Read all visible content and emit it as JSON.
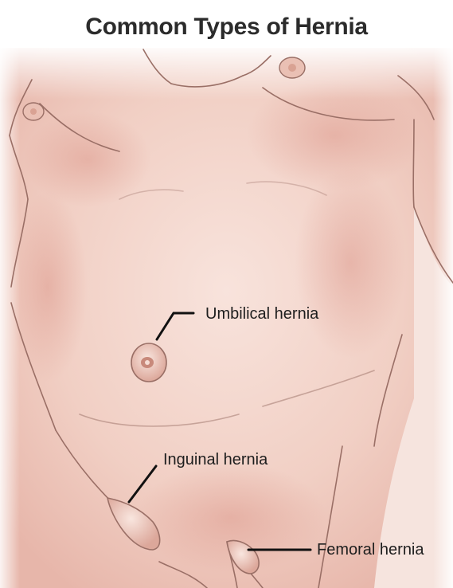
{
  "title": "Common Types of Hernia",
  "labels": {
    "umbilical": "Umbilical hernia",
    "inguinal": "Inguinal hernia",
    "femoral": "Femoral hernia"
  },
  "colors": {
    "skin": "#f3d2c8",
    "skin_shadow": "#e1aea2",
    "outline": "#9a6f66",
    "leader_line": "#111111",
    "title": "#2b2b2b"
  }
}
